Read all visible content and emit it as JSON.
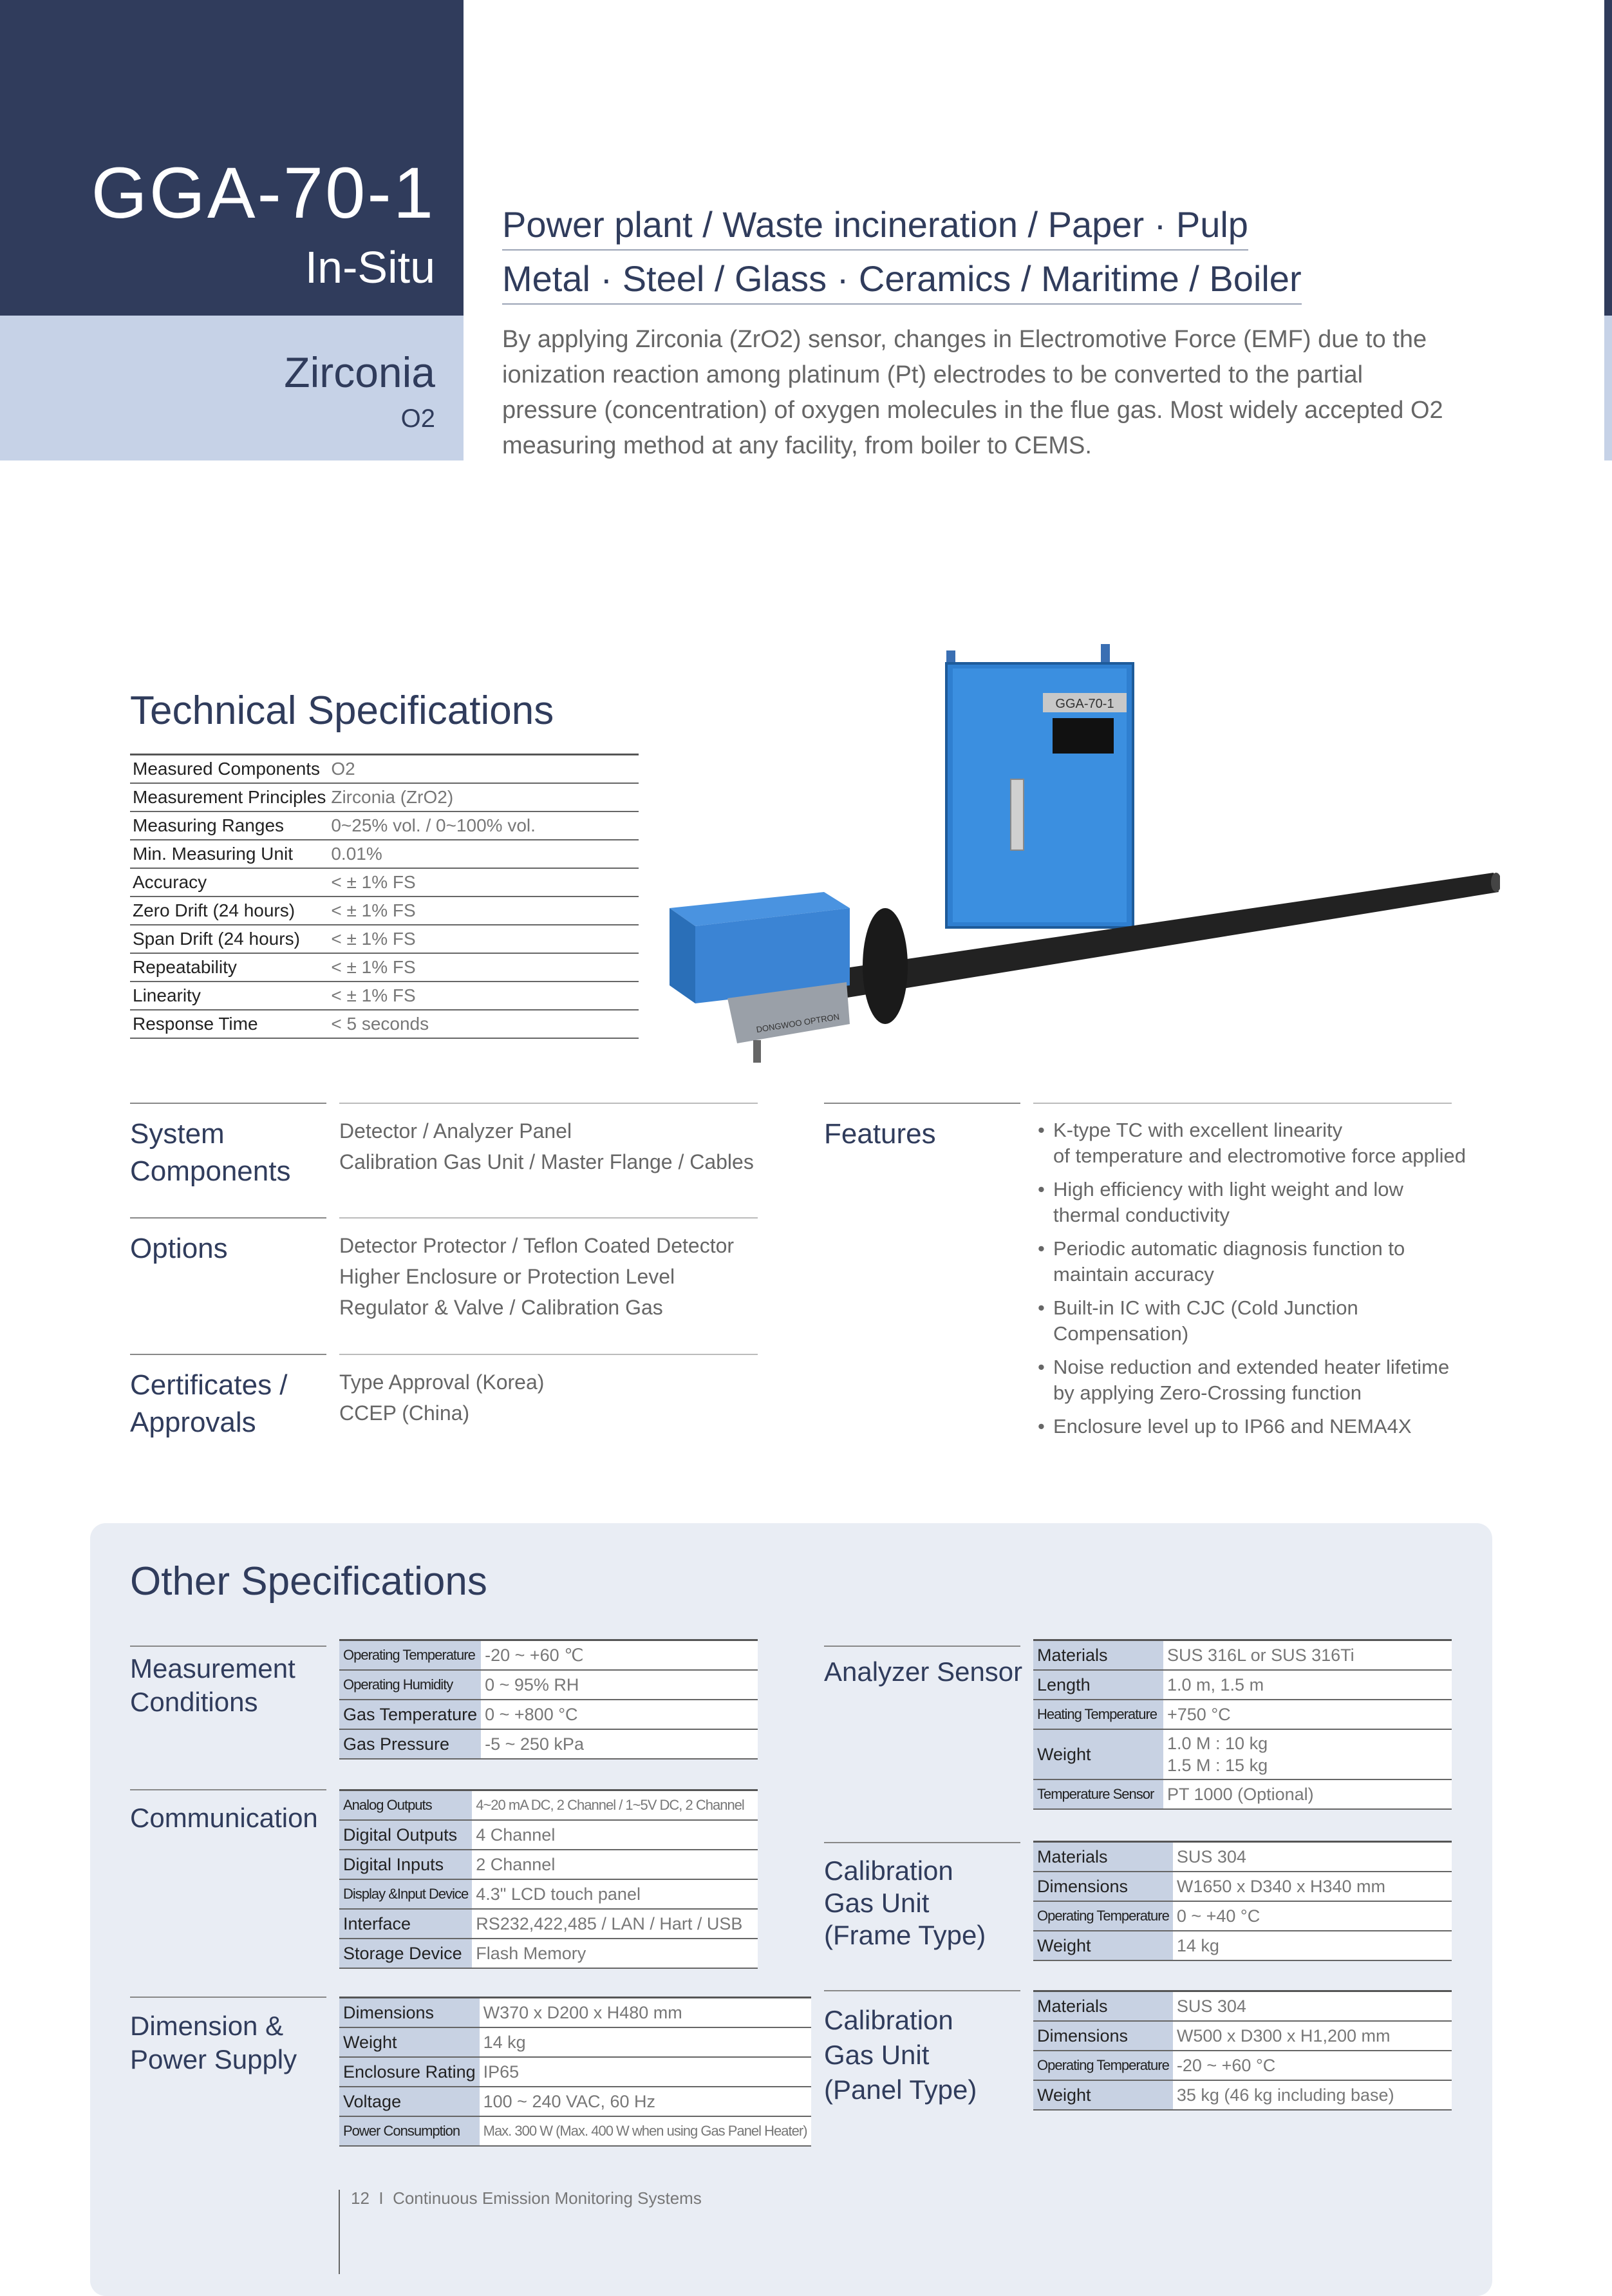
{
  "header": {
    "model": "GGA-70-1",
    "type": "In-Situ",
    "sensor": "Zirconia",
    "gas": "O2"
  },
  "applications": [
    "Power plant / Waste incineration / Paper · Pulp",
    "Metal · Steel / Glass · Ceramics / Maritime / Boiler"
  ],
  "intro": "By applying Zirconia (ZrO2) sensor, changes in Electromotive Force (EMF) due to the ionization reaction among platinum (Pt) electrodes to be converted to the partial pressure (concentration) of oxygen molecules in the flue gas. Most widely accepted O2 measuring method at any facility, from boiler to CEMS.",
  "technical_specifications": {
    "title": "Technical Specifications",
    "rows": [
      {
        "key": "Measured Components",
        "value": "O2"
      },
      {
        "key": "Measurement Principles",
        "value": "Zirconia (ZrO2)"
      },
      {
        "key": "Measuring Ranges",
        "value": "0~25% vol. / 0~100% vol."
      },
      {
        "key": "Min. Measuring Unit",
        "value": "0.01%"
      },
      {
        "key": "Accuracy",
        "value": "< ± 1% FS"
      },
      {
        "key": "Zero Drift (24 hours)",
        "value": "< ± 1% FS"
      },
      {
        "key": "Span Drift (24 hours)",
        "value": "< ± 1% FS"
      },
      {
        "key": "Repeatability",
        "value": "< ± 1% FS"
      },
      {
        "key": "Linearity",
        "value": "< ± 1% FS"
      },
      {
        "key": "Response Time",
        "value": "< 5 seconds"
      }
    ]
  },
  "product_image": {
    "cabinet_label": "GGA-70-1",
    "probe_label": "DONGWOO OPTRON"
  },
  "sections": {
    "system": {
      "title_1": "System",
      "title_2": "Components",
      "lines": [
        "Detector / Analyzer Panel",
        "Calibration Gas Unit / Master Flange / Cables"
      ]
    },
    "options": {
      "title": "Options",
      "lines": [
        "Detector Protector / Teflon Coated Detector",
        "Higher Enclosure or Protection Level",
        "Regulator & Valve / Calibration Gas"
      ]
    },
    "certificates": {
      "title_1": "Certificates /",
      "title_2": "Approvals",
      "lines": [
        "Type Approval (Korea)",
        "CCEP (China)"
      ]
    }
  },
  "features": {
    "title": "Features",
    "items": [
      [
        "K-type TC with excellent linearity",
        "of temperature and electromotive force applied"
      ],
      [
        "High efficiency with light weight and low",
        "thermal conductivity"
      ],
      [
        "Periodic automatic diagnosis function to",
        "maintain accuracy"
      ],
      [
        "Built-in IC with CJC (Cold Junction Compensation)"
      ],
      [
        "Noise reduction and extended heater lifetime",
        "by applying Zero-Crossing function"
      ],
      [
        "Enclosure level up to IP66 and NEMA4X"
      ]
    ]
  },
  "other_specifications": {
    "title": "Other Specifications",
    "measurement": {
      "title_1": "Measurement",
      "title_2": "Conditions",
      "rows": [
        {
          "key": "Operating Temperature",
          "value": "-20 ~ +60 ℃"
        },
        {
          "key": "Operating Humidity",
          "value": "0 ~ 95% RH"
        },
        {
          "key": "Gas Temperature",
          "value": "0 ~ +800 °C"
        },
        {
          "key": "Gas Pressure",
          "value": "-5 ~ 250 kPa"
        }
      ]
    },
    "communication": {
      "title": "Communication",
      "rows": [
        {
          "key": "Analog Outputs",
          "value": "4~20 mA DC, 2 Channel / 1~5V DC, 2 Channel"
        },
        {
          "key": "Digital Outputs",
          "value": "4 Channel"
        },
        {
          "key": "Digital Inputs",
          "value": "2 Channel"
        },
        {
          "key": "Display &Input Device",
          "value": "4.3\" LCD touch panel"
        },
        {
          "key": "Interface",
          "value": "RS232,422,485 / LAN / Hart / USB"
        },
        {
          "key": "Storage Device",
          "value": "Flash Memory"
        }
      ]
    },
    "dimension": {
      "title_1": "Dimension &",
      "title_2": "Power Supply",
      "rows": [
        {
          "key": "Dimensions",
          "value": "W370 x D200 x H480 mm"
        },
        {
          "key": "Weight",
          "value": "14 kg"
        },
        {
          "key": "Enclosure Rating",
          "value": "IP65"
        },
        {
          "key": "Voltage",
          "value": "100 ~ 240 VAC, 60 Hz"
        },
        {
          "key": "Power Consumption",
          "value": "Max. 300 W (Max. 400 W when using Gas Panel Heater)"
        }
      ]
    },
    "analyzer_sensor": {
      "title": "Analyzer Sensor",
      "rows": [
        {
          "key": "Materials",
          "value": "SUS 316L or SUS 316Ti"
        },
        {
          "key": "Length",
          "value": "1.0 m, 1.5 m"
        },
        {
          "key": "Heating Temperature",
          "value": "+750 °C"
        },
        {
          "key": "Weight",
          "value": "1.0 M : 10 kg",
          "value2": "1.5 M : 15 kg"
        },
        {
          "key": "Temperature Sensor",
          "value": "PT 1000 (Optional)"
        }
      ]
    },
    "cal_frame": {
      "title_1": "Calibration",
      "title_2": "Gas Unit",
      "title_3": "(Frame Type)",
      "rows": [
        {
          "key": "Materials",
          "value": "SUS 304"
        },
        {
          "key": "Dimensions",
          "value": "W1650 x D340 x H340 mm"
        },
        {
          "key": "Operating Temperature",
          "value": "0 ~ +40 °C"
        },
        {
          "key": "Weight",
          "value": "14 kg"
        }
      ]
    },
    "cal_panel": {
      "title_1": "Calibration",
      "title_2": "Gas Unit",
      "title_3": "(Panel Type)",
      "rows": [
        {
          "key": "Materials",
          "value": "SUS 304"
        },
        {
          "key": "Dimensions",
          "value": "W500 x D300 x H1,200 mm"
        },
        {
          "key": "Operating Temperature",
          "value": "-20 ~ +60 °C"
        },
        {
          "key": "Weight",
          "value": "35 kg (46 kg including base)"
        }
      ]
    }
  },
  "footer": {
    "page": "12",
    "sep": "I",
    "text": "Continuous Emission Monitoring Systems"
  }
}
